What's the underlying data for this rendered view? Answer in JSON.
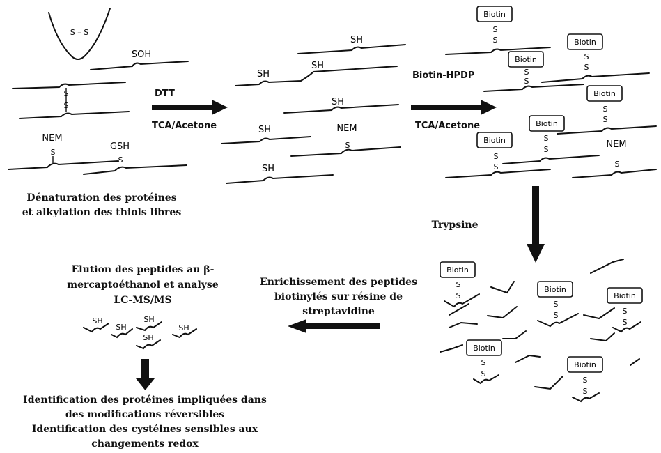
{
  "labels": {
    "ss": "S – S",
    "soh": "SOH",
    "s": "S",
    "nem": "NEM",
    "gsh": "GSH",
    "sh": "SH",
    "biotin": "Biotin"
  },
  "steps": {
    "dtt": "DTT",
    "tca_acetone_1": "TCA/Acetone",
    "biotin_hpdp": "Biotin-HPDP",
    "tca_acetone_2": "TCA/Acetone",
    "trypsine": "Trypsine"
  },
  "captions": {
    "denat_line1": "Dénaturation des protéines",
    "denat_line2": "et alkylation des thiols libres",
    "elution_line1": "Elution des peptides au  β-",
    "elution_line2": "mercaptoéthanol et analyse",
    "elution_line3": "LC-MS/MS",
    "enrich_line1": "Enrichissement des peptides",
    "enrich_line2": "biotinylés sur résine de",
    "enrich_line3": "streptavidine",
    "ident_line1": "Identification des protéines impliquées dans",
    "ident_line2": "des modifications réversibles",
    "ident_line3": "Identification des cystéines sensibles aux",
    "ident_line4": "changements redox"
  }
}
